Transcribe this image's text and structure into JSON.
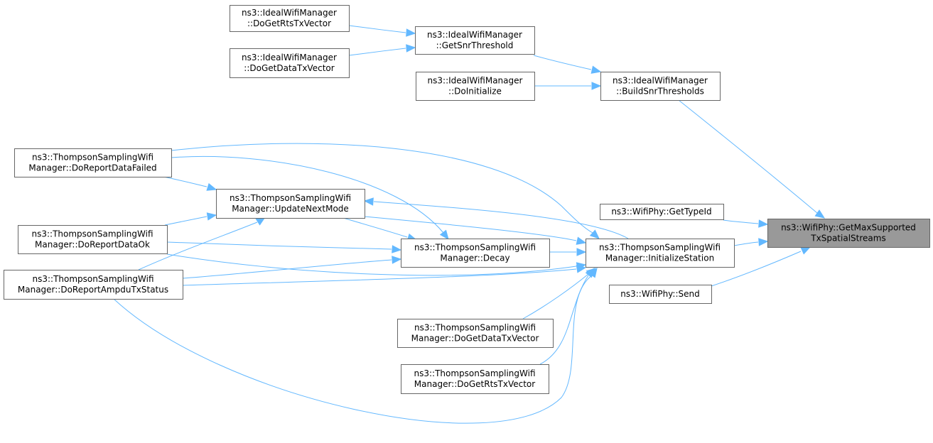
{
  "colors": {
    "edge": "#63b8ff",
    "node_border": "#666666",
    "target_fill": "#999999"
  },
  "nodes": {
    "getmax": [
      "ns3::WifiPhy::GetMaxSupported",
      "TxSpatialStreams"
    ],
    "ideal_rts": [
      "ns3::IdealWifiManager",
      "::DoGetRtsTxVector"
    ],
    "ideal_data": [
      "ns3::IdealWifiManager",
      "::DoGetDataTxVector"
    ],
    "ideal_snr": [
      "ns3::IdealWifiManager",
      "::GetSnrThreshold"
    ],
    "ideal_init": [
      "ns3::IdealWifiManager",
      "::DoInitialize"
    ],
    "ideal_build": [
      "ns3::IdealWifiManager",
      "::BuildSnrThresholds"
    ],
    "ts_failed": [
      "ns3::ThompsonSamplingWifi",
      "Manager::DoReportDataFailed"
    ],
    "ts_update": [
      "ns3::ThompsonSamplingWifi",
      "Manager::UpdateNextMode"
    ],
    "ts_ok": [
      "ns3::ThompsonSamplingWifi",
      "Manager::DoReportDataOk"
    ],
    "ts_ampdu": [
      "ns3::ThompsonSamplingWifi",
      "Manager::DoReportAmpduTxStatus"
    ],
    "ts_decay": [
      "ns3::ThompsonSamplingWifi",
      "Manager::Decay"
    ],
    "ts_init": [
      "ns3::ThompsonSamplingWifi",
      "Manager::InitializeStation"
    ],
    "ts_data": [
      "ns3::ThompsonSamplingWifi",
      "Manager::DoGetDataTxVector"
    ],
    "ts_rts": [
      "ns3::ThompsonSamplingWifi",
      "Manager::DoGetRtsTxVector"
    ],
    "gettypeid": [
      "ns3::WifiPhy::GetTypeId"
    ],
    "send": [
      "ns3::WifiPhy::Send"
    ]
  },
  "edges": [
    {
      "from": "ideal_rts",
      "to": "ideal_snr"
    },
    {
      "from": "ideal_data",
      "to": "ideal_snr"
    },
    {
      "from": "ideal_snr",
      "to": "ideal_build"
    },
    {
      "from": "ideal_init",
      "to": "ideal_build"
    },
    {
      "from": "ideal_build",
      "to": "getmax"
    },
    {
      "from": "ts_failed",
      "to": "ts_update"
    },
    {
      "from": "ts_ok",
      "to": "ts_update"
    },
    {
      "from": "ts_ampdu",
      "to": "ts_update"
    },
    {
      "from": "ts_update",
      "to": "ts_decay"
    },
    {
      "from": "ts_failed",
      "to": "ts_decay"
    },
    {
      "from": "ts_ok",
      "to": "ts_decay"
    },
    {
      "from": "ts_ampdu",
      "to": "ts_decay"
    },
    {
      "from": "ts_init",
      "to": "ts_update"
    },
    {
      "from": "ts_update",
      "to": "ts_init"
    },
    {
      "from": "ts_decay",
      "to": "ts_init"
    },
    {
      "from": "ts_failed",
      "to": "ts_init"
    },
    {
      "from": "ts_ok",
      "to": "ts_init"
    },
    {
      "from": "ts_ampdu",
      "to": "ts_init"
    },
    {
      "from": "ts_data",
      "to": "ts_init"
    },
    {
      "from": "ts_rts",
      "to": "ts_init"
    },
    {
      "from": "ts_init",
      "to": "getmax"
    },
    {
      "from": "gettypeid",
      "to": "getmax"
    },
    {
      "from": "send",
      "to": "getmax"
    }
  ]
}
